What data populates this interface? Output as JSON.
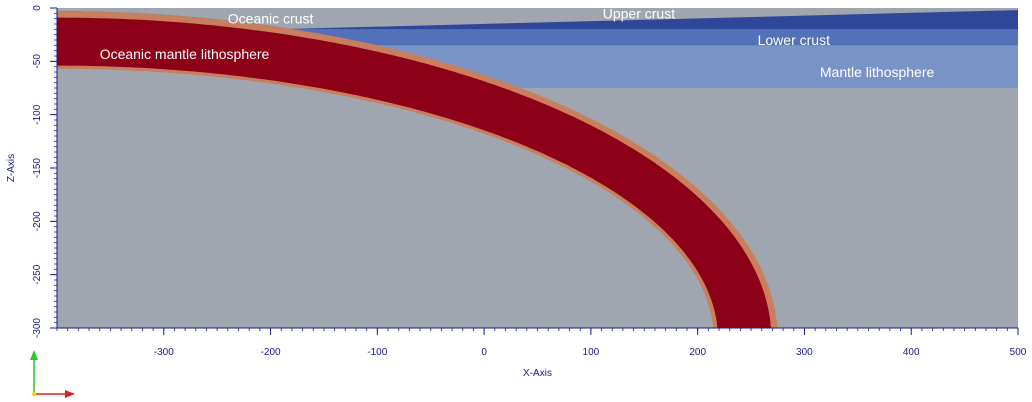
{
  "chart_data": {
    "type": "cross-section",
    "xlabel": "X-Axis",
    "ylabel": "Z-Axis",
    "xlim": [
      -400,
      500
    ],
    "ylim": [
      -300,
      0
    ],
    "x_ticks": [
      -300,
      -200,
      -100,
      0,
      100,
      200,
      300,
      400,
      500
    ],
    "y_ticks": [
      0,
      -50,
      -100,
      -150,
      -200,
      -250,
      -300
    ],
    "layers": [
      {
        "name": "Upper crust",
        "color": "#2e4799",
        "depth_range_km": [
          0,
          -20
        ]
      },
      {
        "name": "Lower crust",
        "color": "#5271b8",
        "depth_range_km": [
          -20,
          -35
        ]
      },
      {
        "name": "Mantle lithosphere",
        "color": "#7a93c7",
        "depth_range_km": [
          -35,
          -75
        ]
      },
      {
        "name": "Oceanic crust",
        "color": "#c97f5e",
        "thickness_km": 5
      },
      {
        "name": "Oceanic mantle lithosphere",
        "color": "#8c0018",
        "thickness_km": 55
      }
    ],
    "background_color": "#a0a6b0"
  }
}
